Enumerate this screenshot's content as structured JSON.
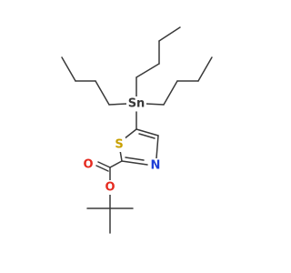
{
  "molecule": {
    "atoms": {
      "sn": {
        "label": "Sn",
        "color": "#3a3a3a"
      },
      "s": {
        "label": "S",
        "color": "#c8a000"
      },
      "n": {
        "label": "N",
        "color": "#1f3fd6"
      },
      "o_carbonyl": {
        "label": "O",
        "color": "#e52b20"
      },
      "o_ester": {
        "label": "O",
        "color": "#e52b20"
      }
    }
  }
}
